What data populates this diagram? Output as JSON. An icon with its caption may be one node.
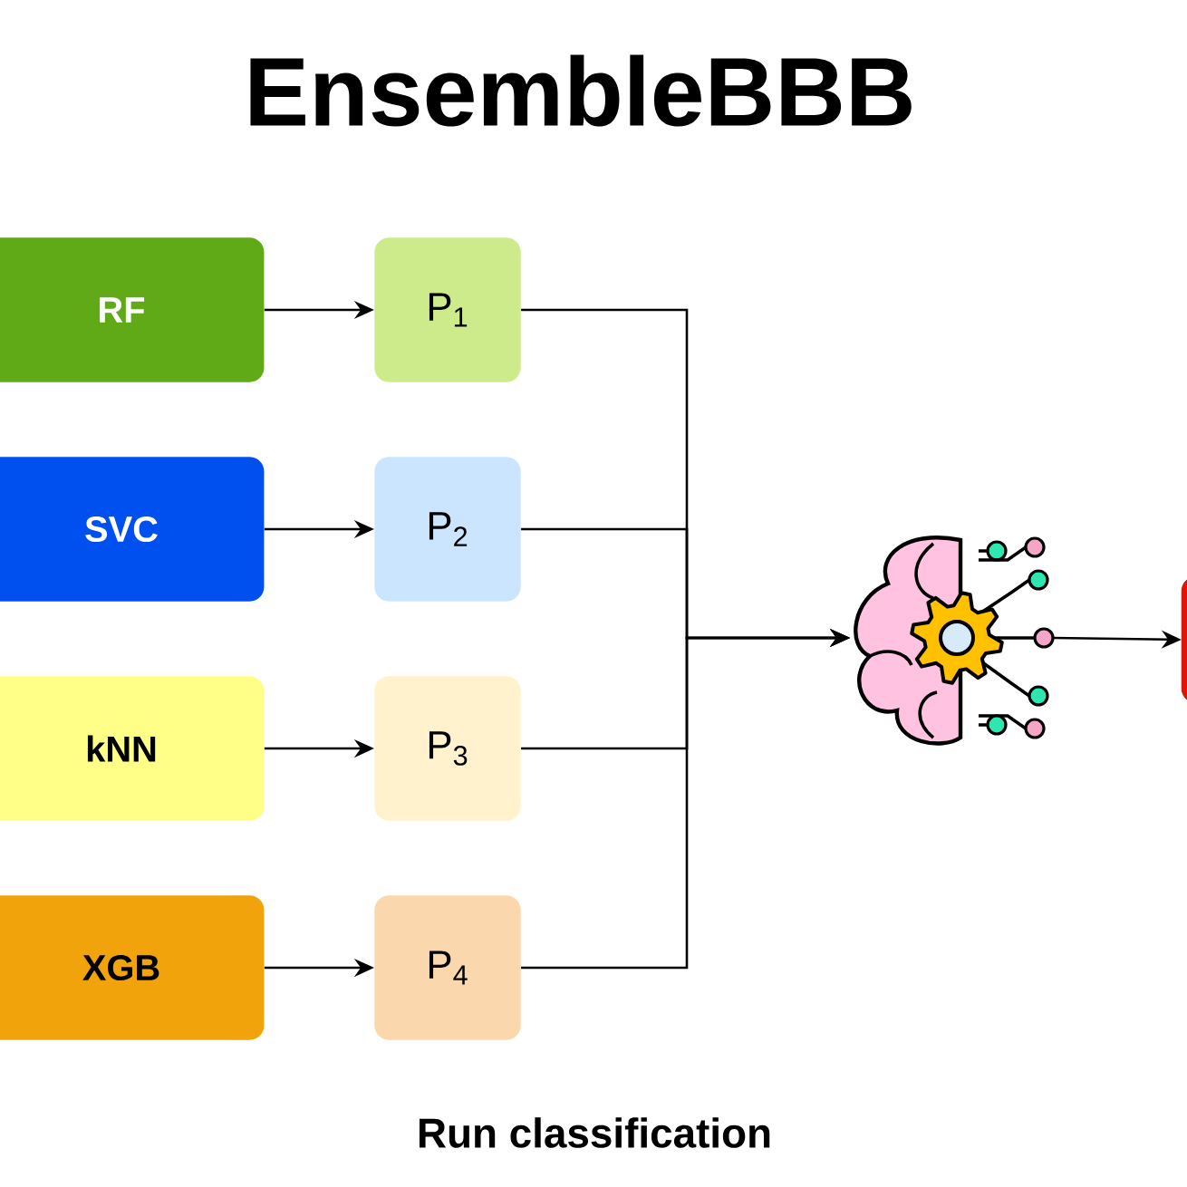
{
  "diagram": {
    "title": "EnsembleBBB",
    "nodes": [
      {
        "text": [
          "RF"
        ]
      },
      {
        "text": [
          "SVC"
        ]
      },
      {
        "text": [
          "kNN"
        ]
      },
      {
        "text": [
          "XGB"
        ]
      },
      {
        "text": [
          "P$_{1}$"
        ]
      },
      {
        "text": [
          "P$_{2}$"
        ]
      },
      {
        "text": [
          "P$_{3}$"
        ]
      },
      {
        "text": [
          "P$_{4}$"
        ]
      },
      {
        "text": [],
        "shape": "picture"
      },
      {
        "text": [],
        "shape": "box"
      }
    ],
    "edges": [
      {
        "from": 0,
        "to": 4,
        "arrow": "to"
      },
      {
        "from": 1,
        "to": 5,
        "arrow": "to"
      },
      {
        "from": 2,
        "to": 6,
        "arrow": "to"
      },
      {
        "from": 3,
        "to": 7,
        "arrow": "to"
      },
      {
        "from": 4,
        "to": 8,
        "arrow": "to"
      },
      {
        "from": 5,
        "to": 8,
        "arrow": "to"
      },
      {
        "from": 6,
        "to": 8,
        "arrow": "to"
      },
      {
        "from": 7,
        "to": 8,
        "arrow": "to"
      },
      {
        "from": 8,
        "to": 9,
        "arrow": "to"
      }
    ],
    "labels": [
      "Run classification"
    ]
  }
}
